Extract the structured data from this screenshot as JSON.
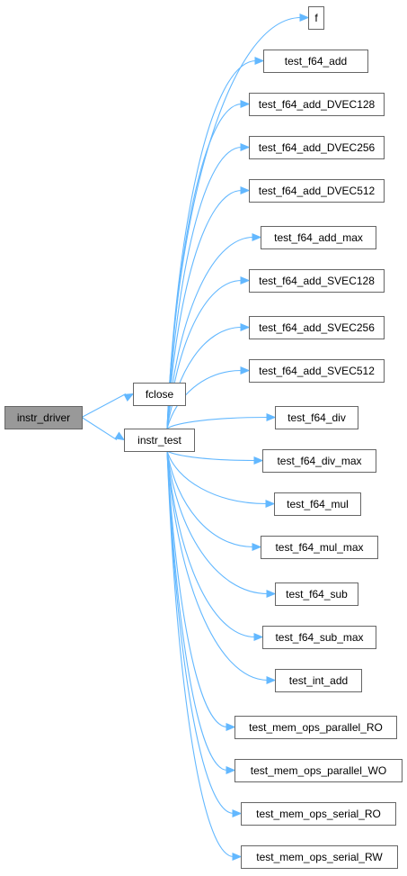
{
  "colors": {
    "edge": "#63b8ff",
    "node_border": "#666666",
    "node_fill": "#ffffff",
    "root_fill": "#999999",
    "root_border": "#666666"
  },
  "graph": {
    "root": "instr_driver",
    "nodes": [
      {
        "id": "instr_driver",
        "label": "instr_driver",
        "highlighted": true
      },
      {
        "id": "fclose",
        "label": "fclose"
      },
      {
        "id": "instr_test",
        "label": "instr_test"
      },
      {
        "id": "f",
        "label": "f"
      },
      {
        "id": "test_f64_add",
        "label": "test_f64_add"
      },
      {
        "id": "test_f64_add_DVEC128",
        "label": "test_f64_add_DVEC128"
      },
      {
        "id": "test_f64_add_DVEC256",
        "label": "test_f64_add_DVEC256"
      },
      {
        "id": "test_f64_add_DVEC512",
        "label": "test_f64_add_DVEC512"
      },
      {
        "id": "test_f64_add_max",
        "label": "test_f64_add_max"
      },
      {
        "id": "test_f64_add_SVEC128",
        "label": "test_f64_add_SVEC128"
      },
      {
        "id": "test_f64_add_SVEC256",
        "label": "test_f64_add_SVEC256"
      },
      {
        "id": "test_f64_add_SVEC512",
        "label": "test_f64_add_SVEC512"
      },
      {
        "id": "test_f64_div",
        "label": "test_f64_div"
      },
      {
        "id": "test_f64_div_max",
        "label": "test_f64_div_max"
      },
      {
        "id": "test_f64_mul",
        "label": "test_f64_mul"
      },
      {
        "id": "test_f64_mul_max",
        "label": "test_f64_mul_max"
      },
      {
        "id": "test_f64_sub",
        "label": "test_f64_sub"
      },
      {
        "id": "test_f64_sub_max",
        "label": "test_f64_sub_max"
      },
      {
        "id": "test_int_add",
        "label": "test_int_add"
      },
      {
        "id": "test_mem_ops_parallel_RO",
        "label": "test_mem_ops_parallel_RO"
      },
      {
        "id": "test_mem_ops_parallel_WO",
        "label": "test_mem_ops_parallel_WO"
      },
      {
        "id": "test_mem_ops_serial_RO",
        "label": "test_mem_ops_serial_RO"
      },
      {
        "id": "test_mem_ops_serial_RW",
        "label": "test_mem_ops_serial_RW"
      }
    ],
    "edges": [
      {
        "from": "instr_driver",
        "to": "fclose"
      },
      {
        "from": "instr_driver",
        "to": "instr_test"
      },
      {
        "from": "instr_test",
        "to": "f"
      },
      {
        "from": "instr_test",
        "to": "test_f64_add"
      },
      {
        "from": "instr_test",
        "to": "test_f64_add_DVEC128"
      },
      {
        "from": "instr_test",
        "to": "test_f64_add_DVEC256"
      },
      {
        "from": "instr_test",
        "to": "test_f64_add_DVEC512"
      },
      {
        "from": "instr_test",
        "to": "test_f64_add_max"
      },
      {
        "from": "instr_test",
        "to": "test_f64_add_SVEC128"
      },
      {
        "from": "instr_test",
        "to": "test_f64_add_SVEC256"
      },
      {
        "from": "instr_test",
        "to": "test_f64_add_SVEC512"
      },
      {
        "from": "instr_test",
        "to": "test_f64_div"
      },
      {
        "from": "instr_test",
        "to": "test_f64_div_max"
      },
      {
        "from": "instr_test",
        "to": "test_f64_mul"
      },
      {
        "from": "instr_test",
        "to": "test_f64_mul_max"
      },
      {
        "from": "instr_test",
        "to": "test_f64_sub"
      },
      {
        "from": "instr_test",
        "to": "test_f64_sub_max"
      },
      {
        "from": "instr_test",
        "to": "test_int_add"
      },
      {
        "from": "instr_test",
        "to": "test_mem_ops_parallel_RO"
      },
      {
        "from": "instr_test",
        "to": "test_mem_ops_parallel_WO"
      },
      {
        "from": "instr_test",
        "to": "test_mem_ops_serial_RO"
      },
      {
        "from": "instr_test",
        "to": "test_mem_ops_serial_RW"
      }
    ]
  }
}
